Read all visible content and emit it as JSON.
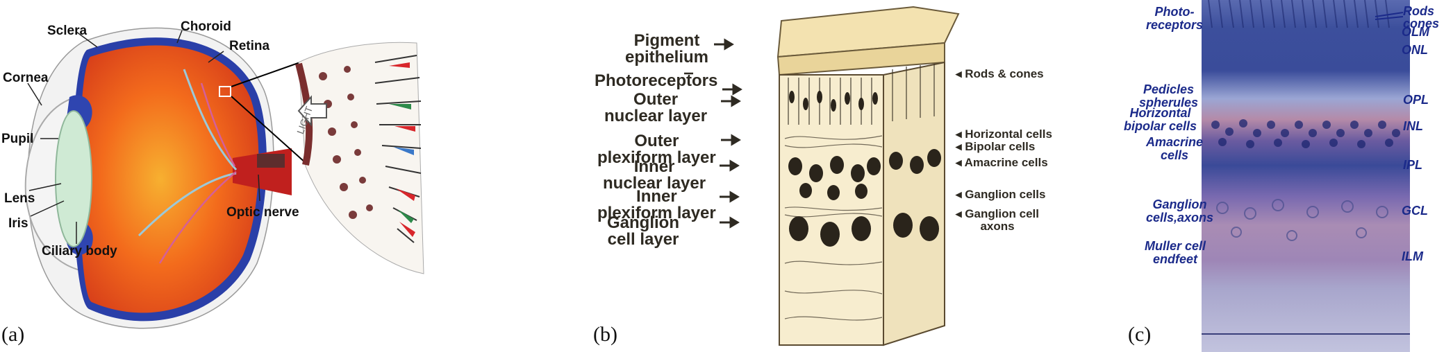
{
  "panel_a": {
    "letter": "(a)",
    "labels": {
      "sclera": "Sclera",
      "choroid": "Choroid",
      "retina": "Retina",
      "cornea": "Cornea",
      "pupil": "Pupil",
      "lens": "Lens",
      "iris": "Iris",
      "ciliary_body": "Ciliary body",
      "optic_nerve": "Optic nerve",
      "light": "LIGHT"
    },
    "colors": {
      "sclera": "#2a3fa8",
      "eyeball": "#f06a1c",
      "lens": "#c9e9d0",
      "optic_nerve": "#c0201e"
    }
  },
  "panel_b": {
    "letter": "(b)",
    "left_labels": [
      {
        "line1": "Pigment",
        "line2": "epithelium"
      },
      {
        "line1": "Photoreceptors",
        "line2": ""
      },
      {
        "line1": "Outer",
        "line2": "nuclear layer"
      },
      {
        "line1": "Outer",
        "line2": "plexiform layer"
      },
      {
        "line1": "Inner",
        "line2": "nuclear layer"
      },
      {
        "line1": "Inner",
        "line2": "plexiform layer"
      },
      {
        "line1": "Ganglion",
        "line2": "cell layer"
      }
    ],
    "right_labels": [
      {
        "line1": "Rods & cones",
        "line2": ""
      },
      {
        "line1": "Horizontal cells",
        "line2": ""
      },
      {
        "line1": "Bipolar cells",
        "line2": ""
      },
      {
        "line1": "Amacrine cells",
        "line2": ""
      },
      {
        "line1": "Ganglion cells",
        "line2": ""
      },
      {
        "line1": "Ganglion cell",
        "line2": "axons"
      }
    ]
  },
  "panel_c": {
    "letter": "(c)",
    "left_labels": [
      {
        "line1": "Photo-",
        "line2": "receptors"
      },
      {
        "line1": "Pedicles",
        "line2": "spherules"
      },
      {
        "line1": "Horizontal",
        "line2": "bipolar cells"
      },
      {
        "line1": "Amacrine",
        "line2": "cells"
      },
      {
        "line1": "Ganglion",
        "line2": "cells,axons"
      },
      {
        "line1": "Muller cell",
        "line2": "endfeet"
      }
    ],
    "right_labels": {
      "rods": "Rods",
      "cones": "cones",
      "olm": "OLM",
      "onl": "ONL",
      "opl": "OPL",
      "inl": "INL",
      "ipl": "IPL",
      "gcl": "GCL",
      "ilm": "ILM"
    },
    "colors": {
      "label_text": "#1b2a8a",
      "onl_band": "#3c4f9c",
      "opl_band": "#b48aa8",
      "inl_band": "#3a4a98",
      "ipl_band": "#a98cb4",
      "gcl_band": "#a8a6cc"
    }
  }
}
